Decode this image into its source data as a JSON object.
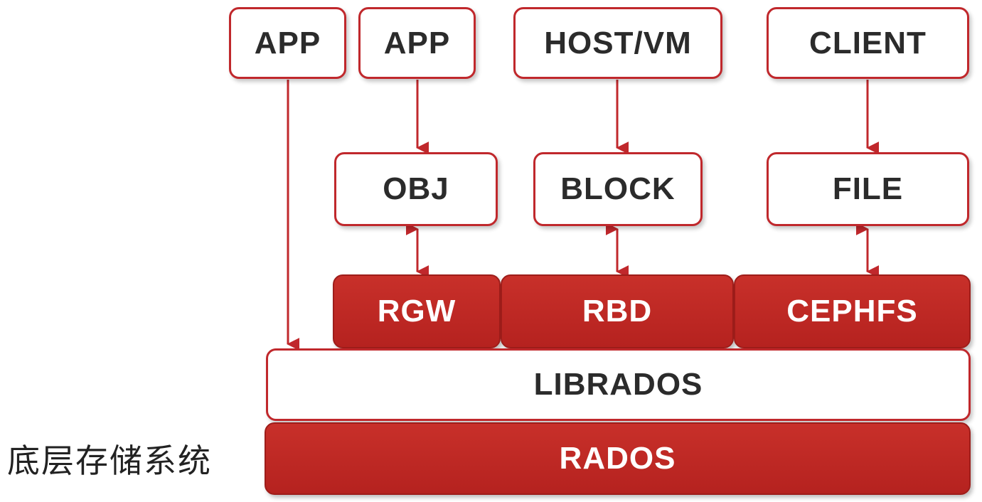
{
  "top_row": {
    "app_1": "APP",
    "app_2": "APP",
    "host_vm": "HOST/VM",
    "client": "CLIENT"
  },
  "interface_row": {
    "obj": "OBJ",
    "block": "BLOCK",
    "file": "FILE"
  },
  "gateway_row": {
    "rgw": "RGW",
    "rbd": "RBD",
    "cephfs": "CEPHFS"
  },
  "librados": "LIBRADOS",
  "rados": "RADOS",
  "side_label": "底层存储系统",
  "colors": {
    "accent_red": "#c0282c",
    "fill_red": "#b5221f",
    "text_dark": "#2b2b2b"
  }
}
